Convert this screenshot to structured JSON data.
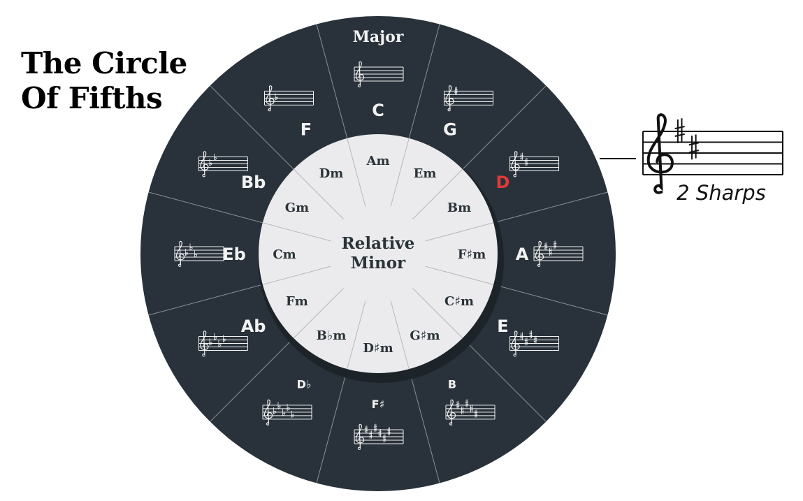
{
  "title_line1": "The Circle",
  "title_line2": "Of Fifths",
  "ring_label": "Major",
  "center_label_line1": "Relative",
  "center_label_line2": "Minor",
  "highlight_key": "D",
  "callout": {
    "label": "2 Sharps",
    "accidental": "sharp",
    "count": 2
  },
  "colors": {
    "ring": "#29323a",
    "inner": "#ebebed",
    "highlight": "#e03a3a",
    "text_dark": "#2a3338",
    "text_light": "#f2f2f2"
  },
  "keys": [
    {
      "major": "C",
      "minor": "Am",
      "acc": "none",
      "count": 0
    },
    {
      "major": "G",
      "minor": "Em",
      "acc": "sharp",
      "count": 1
    },
    {
      "major": "D",
      "minor": "Bm",
      "acc": "sharp",
      "count": 2
    },
    {
      "major": "A",
      "minor": "F♯m",
      "acc": "sharp",
      "count": 3
    },
    {
      "major": "E",
      "minor": "C♯m",
      "acc": "sharp",
      "count": 4
    },
    {
      "major": "B",
      "minor": "G♯m",
      "acc": "sharp",
      "count": 5
    },
    {
      "major": "F♯",
      "minor": "D♯m",
      "acc": "sharp",
      "count": 6
    },
    {
      "major": "D♭",
      "minor": "B♭m",
      "acc": "flat",
      "count": 5
    },
    {
      "major": "Ab",
      "minor": "Fm",
      "acc": "flat",
      "count": 4
    },
    {
      "major": "Eb",
      "minor": "Cm",
      "acc": "flat",
      "count": 3
    },
    {
      "major": "Bb",
      "minor": "Gm",
      "acc": "flat",
      "count": 2
    },
    {
      "major": "F",
      "minor": "Dm",
      "acc": "flat",
      "count": 1
    }
  ]
}
